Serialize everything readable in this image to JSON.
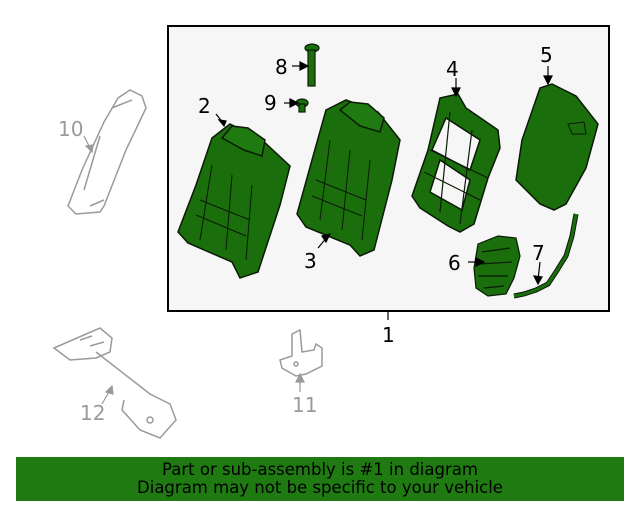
{
  "diagram": {
    "callouts": {
      "c1": "1",
      "c2": "2",
      "c3": "3",
      "c4": "4",
      "c5": "5",
      "c6": "6",
      "c7": "7",
      "c8": "8",
      "c9": "9",
      "c10": "10",
      "c11": "11",
      "c12": "12"
    },
    "colors": {
      "part_fill": "#1a6e0c",
      "part_stroke": "#0a1a06",
      "muted_stroke": "#9a9a9a",
      "box_fill": "#f6f6f6"
    }
  },
  "banner": {
    "line1": "Part or sub-assembly is #1 in diagram",
    "line2": "Diagram may not be specific to your vehicle",
    "color": "#1f7a12"
  }
}
